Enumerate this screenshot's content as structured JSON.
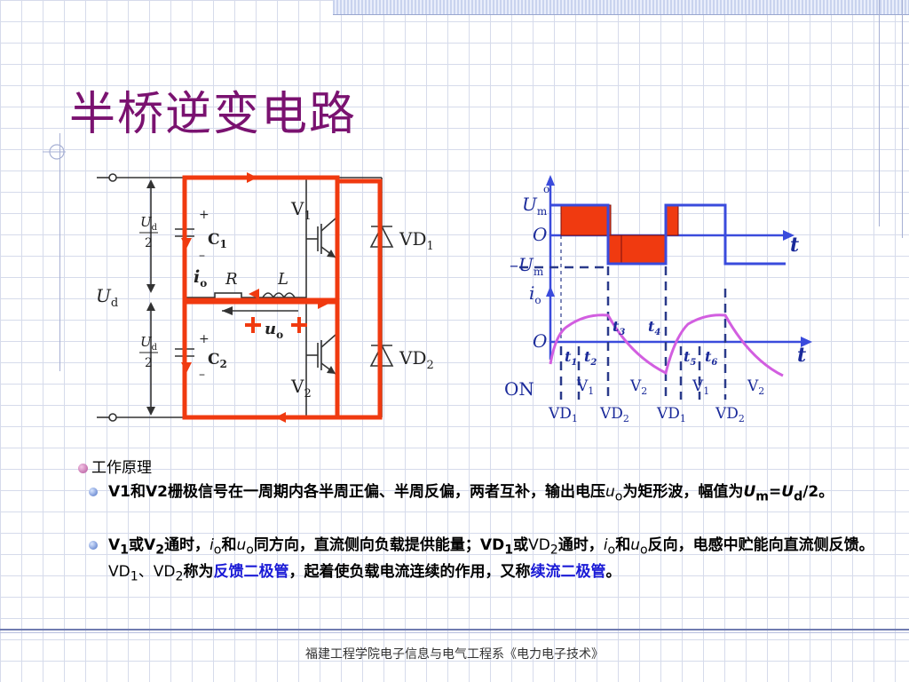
{
  "slide": {
    "title": "半桥逆变电路",
    "footer": "福建工程学院电子信息与电气工程系《电力电子技术》"
  },
  "circuit": {
    "ud": "U",
    "ud_sub": "d",
    "half_num": "U",
    "half_sub": "d",
    "half_den": "2",
    "c1": "C",
    "c1_sub": "1",
    "c2": "C",
    "c2_sub": "2",
    "plus": "+",
    "minus": "–",
    "v1": "V",
    "v1_sub": "1",
    "v2": "V",
    "v2_sub": "2",
    "vd1": "VD",
    "vd1_sub": "1",
    "vd2": "VD",
    "vd2_sub": "2",
    "io": "i",
    "io_sub": "o",
    "r": "R",
    "l": "L",
    "uo": "u",
    "uo_sub": "o"
  },
  "waveform": {
    "um": "U",
    "um_sub": "m",
    "neg_um": "–U",
    "neg_um_sub": "m",
    "origin": "O",
    "t": "t",
    "io": "i",
    "io_sub": "o",
    "zero_mark": "o",
    "t_labels": [
      {
        "n": "t",
        "s": "1"
      },
      {
        "n": "t",
        "s": "2"
      },
      {
        "n": "t",
        "s": "3"
      },
      {
        "n": "t",
        "s": "4"
      },
      {
        "n": "t",
        "s": "5"
      },
      {
        "n": "t",
        "s": "6"
      }
    ],
    "on": "ON",
    "v_row": [
      {
        "n": "V",
        "s": "1"
      },
      {
        "n": "V",
        "s": "2"
      },
      {
        "n": "V",
        "s": "1"
      },
      {
        "n": "V",
        "s": "2"
      }
    ],
    "vd_row": [
      {
        "n": "VD",
        "s": "1"
      },
      {
        "n": "VD",
        "s": "2"
      },
      {
        "n": "VD",
        "s": "1"
      },
      {
        "n": "VD",
        "s": "2"
      }
    ]
  },
  "text": {
    "bullet_main": "工作原理",
    "p1_a": "V1和V2栅极信号在一周期内各半周正偏、半周反偏，两者互补，输出电压",
    "p1_u": "u",
    "p1_o": "o",
    "p1_b": "为矩形波，幅值为",
    "p1_U": "U",
    "p1_m": "m",
    "p1_eq": "=",
    "p1_U2": "U",
    "p1_d": "d",
    "p1_c": "/2。",
    "p2_v1": "V",
    "p2_1": "1",
    "p2_or": "或",
    "p2_v2": "V",
    "p2_2": "2",
    "p2_a": "通时，",
    "p2_i": "i",
    "p2_io": "o",
    "p2_and": "和",
    "p2_u": "u",
    "p2_uo": "o",
    "p2_b": "同方向，直流侧向负载提供能量；",
    "p2_vd1": "VD",
    "p2_vd1s": "1",
    "p2_or2": "或",
    "p2_vd2": "VD",
    "p2_vd2s": "2",
    "p2_c": "通时，",
    "p2_i2": "i",
    "p2_io2": "o",
    "p2_and2": "和",
    "p2_u2": "u",
    "p2_uo2": "o",
    "p2_d": "反向，电感中贮能向直流侧反馈。",
    "p2_vd1b": "VD",
    "p2_vd1bs": "1",
    "p2_sep": "、",
    "p2_vd2b": "VD",
    "p2_vd2bs": "2",
    "p2_e": "称为",
    "p2_fk": "反馈二极管",
    "p2_f": "，起着使负载电流连续的作用，又称",
    "p2_xl": "续流二极管",
    "p2_g": "。"
  },
  "colors": {
    "title": "#7a1270",
    "highlight": "#f03a10",
    "wave": "#3a4bdc",
    "io_curve": "#d25ee0",
    "term_blue": "#1a1ad6"
  }
}
